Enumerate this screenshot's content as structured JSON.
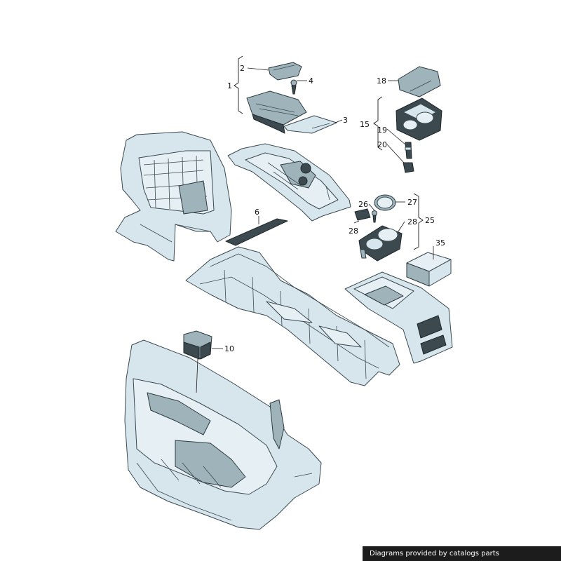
{
  "diagram": {
    "callouts": {
      "c1": "1",
      "c2": "2",
      "c3": "3",
      "c4": "4",
      "c6": "6",
      "c10": "10",
      "c15": "15",
      "c18": "18",
      "c19": "19",
      "c20": "20",
      "c25": "25",
      "c26": "26",
      "c27": "27",
      "c28a": "28",
      "c28b": "28",
      "c35": "35"
    }
  },
  "footer": {
    "credit": "Diagrams provided by catalogs parts"
  },
  "colors": {
    "part_fill": "#d7e6ec",
    "outline": "#3a4a52",
    "dark_part": "#3c4a50",
    "credit_bg": "#1c1c1c"
  }
}
